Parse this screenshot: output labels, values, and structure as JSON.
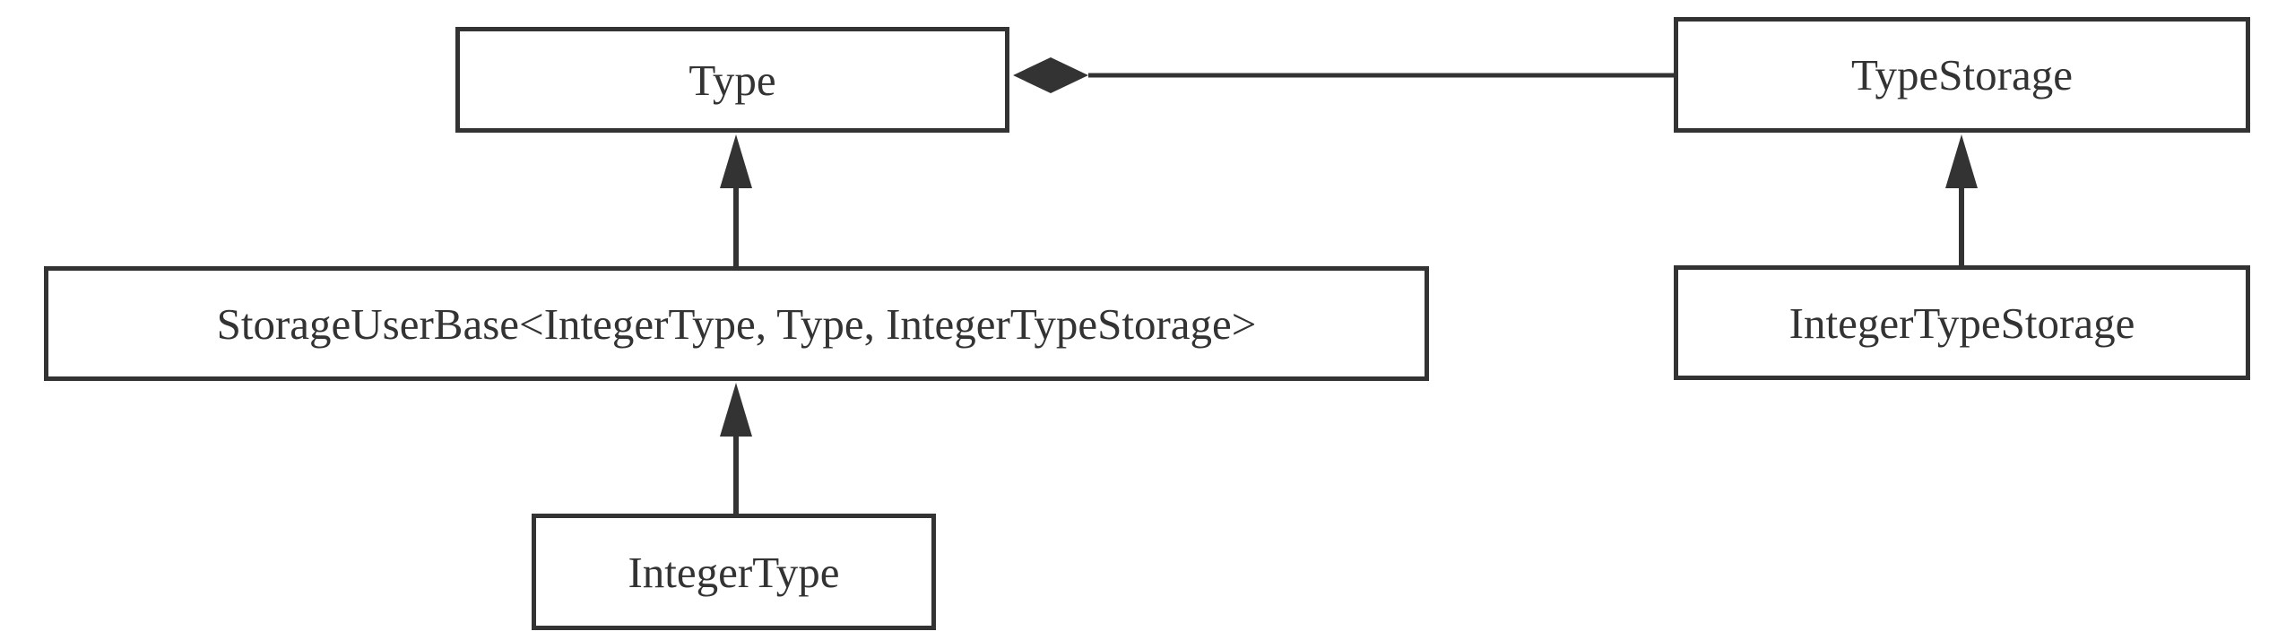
{
  "diagram": {
    "type": "class-diagram",
    "colors": {
      "stroke": "#333333",
      "text": "#333333",
      "background": "#ffffff"
    },
    "classes": {
      "type": "Type",
      "type_storage": "TypeStorage",
      "storage_user_base": "StorageUserBase<IntegerType, Type, IntegerTypeStorage>",
      "integer_type_storage": "IntegerTypeStorage",
      "integer_type": "IntegerType"
    },
    "relations": [
      {
        "kind": "inheritance",
        "from": "StorageUserBase<IntegerType, Type, IntegerTypeStorage>",
        "to": "Type"
      },
      {
        "kind": "inheritance",
        "from": "IntegerType",
        "to": "StorageUserBase<IntegerType, Type, IntegerTypeStorage>"
      },
      {
        "kind": "inheritance",
        "from": "IntegerTypeStorage",
        "to": "TypeStorage"
      },
      {
        "kind": "composition",
        "from": "TypeStorage",
        "to": "Type"
      }
    ]
  }
}
